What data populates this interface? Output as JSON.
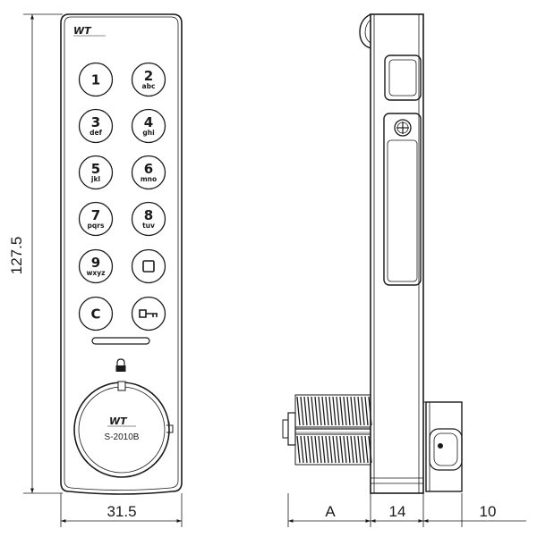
{
  "dimensions": {
    "height": "127.5",
    "width": "31.5",
    "depth_a": "A",
    "depth_body": "14",
    "depth_cam": "10"
  },
  "front_view": {
    "brand": "WT",
    "model": "S-2010B",
    "keys": [
      {
        "num": "1",
        "sub": ""
      },
      {
        "num": "2",
        "sub": "abc"
      },
      {
        "num": "3",
        "sub": "def"
      },
      {
        "num": "4",
        "sub": "ghi"
      },
      {
        "num": "5",
        "sub": "jkl"
      },
      {
        "num": "6",
        "sub": "mno"
      },
      {
        "num": "7",
        "sub": "pqrs"
      },
      {
        "num": "8",
        "sub": "tuv"
      },
      {
        "num": "9",
        "sub": "wxyz"
      },
      {
        "num": "",
        "sub": "",
        "icon": "square-icon"
      },
      {
        "num": "C",
        "sub": ""
      },
      {
        "num": "",
        "sub": "",
        "icon": "key-icon"
      }
    ]
  },
  "colors": {
    "line": "#1a1a1a"
  }
}
